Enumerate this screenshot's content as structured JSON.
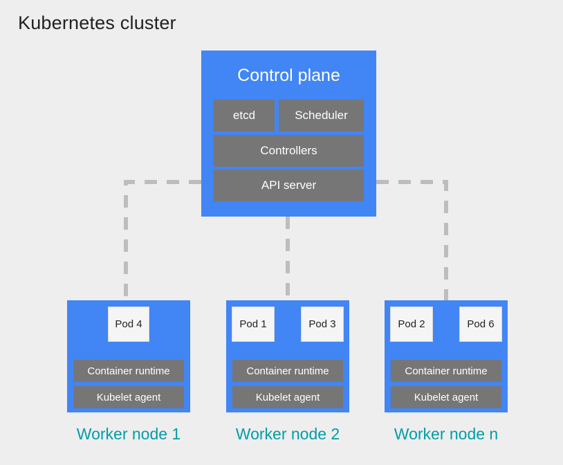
{
  "page": {
    "title": "Kubernetes cluster",
    "background": "#eeeeee"
  },
  "colors": {
    "node_blue": "#4285f4",
    "component_gray": "#767676",
    "pod_white": "#f5f5f5",
    "label_teal": "#009da8",
    "connector_gray": "#bdbdbd",
    "title_black": "#202124"
  },
  "control_plane": {
    "title": "Control plane",
    "components": [
      {
        "label": "etcd"
      },
      {
        "label": "Scheduler"
      },
      {
        "label": "Controllers"
      },
      {
        "label": "API server"
      }
    ]
  },
  "worker_nodes": [
    {
      "label": "Worker node 1",
      "pods": [
        {
          "label": "Pod 4"
        }
      ],
      "components": [
        {
          "label": "Container runtime"
        },
        {
          "label": "Kubelet agent"
        }
      ]
    },
    {
      "label": "Worker node 2",
      "pods": [
        {
          "label": "Pod 1"
        },
        {
          "label": "Pod 3"
        }
      ],
      "components": [
        {
          "label": "Container runtime"
        },
        {
          "label": "Kubelet agent"
        }
      ]
    },
    {
      "label": "Worker node n",
      "pods": [
        {
          "label": "Pod 2"
        },
        {
          "label": "Pod 6"
        }
      ],
      "components": [
        {
          "label": "Container runtime"
        },
        {
          "label": "Kubelet agent"
        }
      ]
    }
  ],
  "connections": [
    {
      "from": "API server",
      "to": "Worker node 1",
      "style": "dashed"
    },
    {
      "from": "API server",
      "to": "Worker node 2",
      "style": "dashed"
    },
    {
      "from": "API server",
      "to": "Worker node n",
      "style": "dashed"
    }
  ]
}
